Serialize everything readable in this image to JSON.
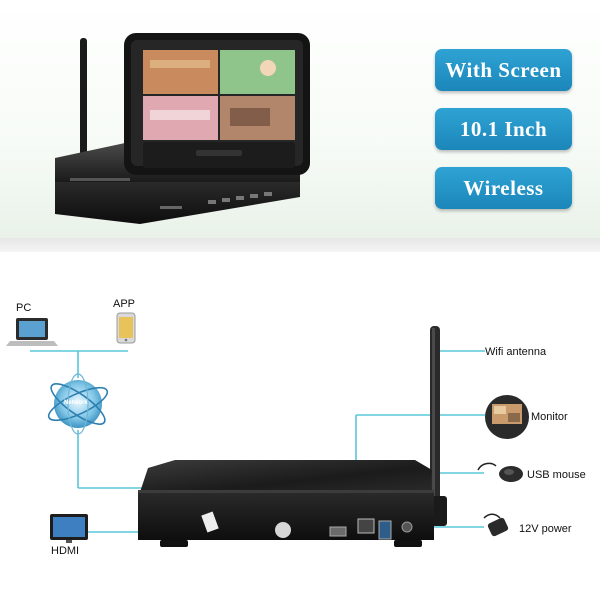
{
  "features": [
    "With Screen",
    "10.1 Inch",
    "Wireless"
  ],
  "devices": {
    "pc": "PC",
    "app": "APP",
    "hdmi": "HDMI",
    "network": "Network"
  },
  "ports": {
    "wifi_antenna": "Wifi antenna",
    "monitor": "Monitor",
    "usb_mouse": "USB mouse",
    "power": "12V power"
  },
  "colors": {
    "pill": "#1f90c6",
    "connector": "#59c7d8",
    "device_dark": "#1c1c1c"
  }
}
